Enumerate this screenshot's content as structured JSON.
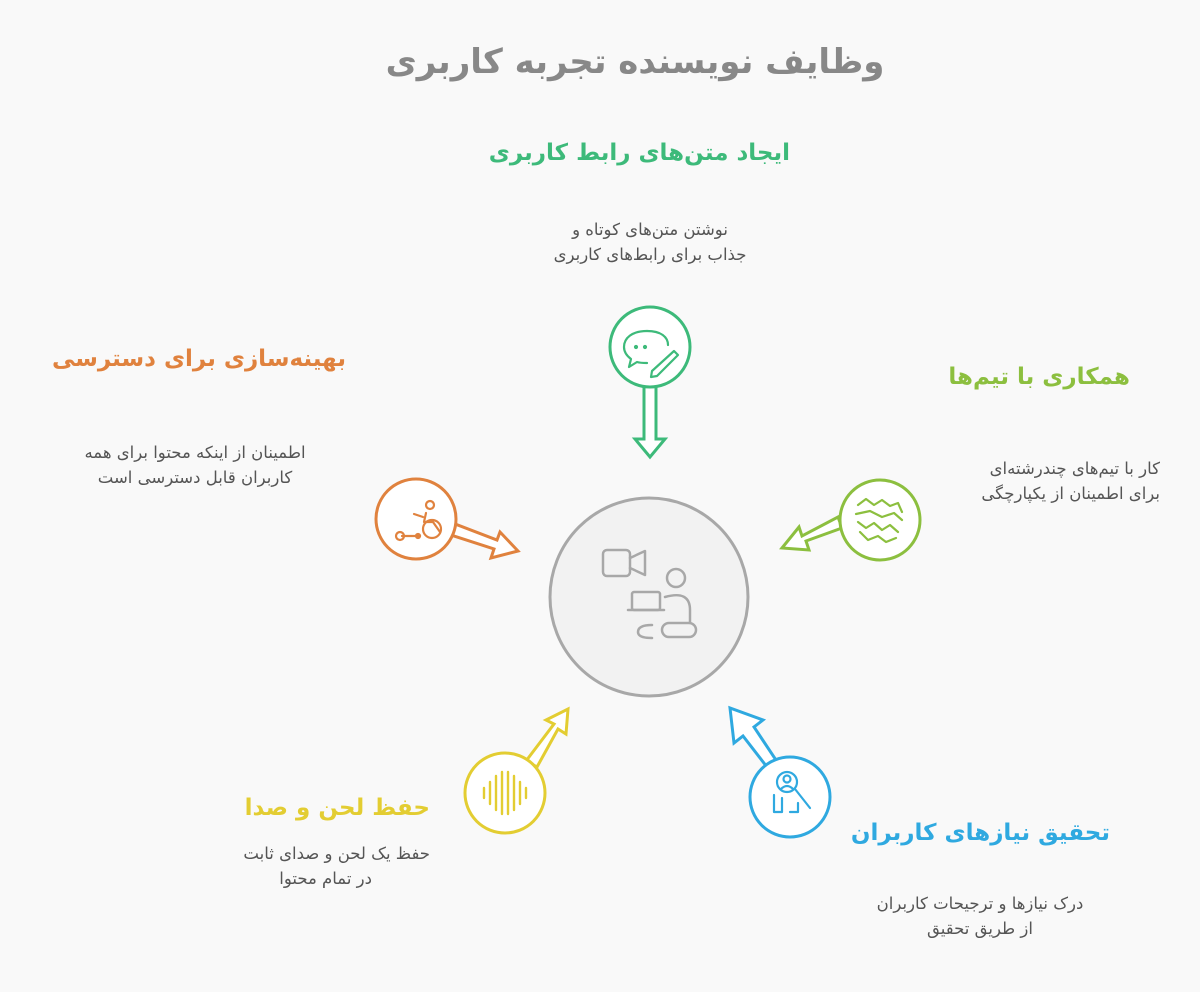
{
  "title": "وظایف نویسنده تجربه کاربری",
  "colors": {
    "green": "#3dba7a",
    "lime": "#8cbf3f",
    "orange": "#e0823e",
    "yellow": "#e3cd32",
    "blue": "#2fa9e0",
    "center": "#a8a8a8"
  },
  "center": {
    "icon": "user-video-call-icon"
  },
  "items": [
    {
      "title": "ایجاد متن‌های رابط کاربری",
      "desc": [
        "نوشتن متن‌های کوتاه و",
        "جذاب برای رابط‌های کاربری"
      ],
      "icon": "chat-pencil-icon",
      "color": "green"
    },
    {
      "title": "همکاری با تیم‌ها",
      "desc": [
        "کار با تیم‌های چندرشته‌ای",
        "برای اطمینان از یکپارچگی"
      ],
      "icon": "handshake-icon",
      "color": "lime"
    },
    {
      "title": "تحقیق نیازهای کاربران",
      "desc": [
        "درک نیازها و ترجیحات کاربران",
        "از طریق تحقیق"
      ],
      "icon": "user-search-icon",
      "color": "blue"
    },
    {
      "title": "حفظ لحن و صدا",
      "desc": [
        "حفظ یک لحن و صدای ثابت",
        "در تمام محتوا"
      ],
      "icon": "sound-wave-icon",
      "color": "yellow"
    },
    {
      "title": "بهینه‌سازی برای دسترسی",
      "desc": [
        "اطمینان از اینکه محتوا برای همه",
        "کاربران قابل دسترسی است"
      ],
      "icon": "accessibility-wheelchair-icon",
      "color": "orange"
    }
  ]
}
